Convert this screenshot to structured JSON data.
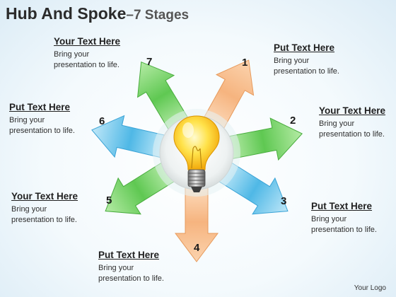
{
  "title": {
    "main": "Hub And Spoke",
    "sub": "–7 Stages"
  },
  "stages": [
    {
      "number": "1",
      "heading": "Put Text Here",
      "body": "Bring your presentation to life."
    },
    {
      "number": "2",
      "heading": "Your Text Here",
      "body": "Bring your presentation to life."
    },
    {
      "number": "3",
      "heading": "Put Text Here",
      "body": "Bring your presentation to life."
    },
    {
      "number": "4",
      "heading": "Put Text Here",
      "body": "Bring your presentation to life."
    },
    {
      "number": "5",
      "heading": "Your Text Here",
      "body": "Bring your presentation to life."
    },
    {
      "number": "6",
      "heading": "Put Text Here",
      "body": "Bring your presentation to life."
    },
    {
      "number": "7",
      "heading": "Your Text Here",
      "body": "Bring your presentation to life."
    }
  ],
  "hub": {
    "icon": "light-bulb-icon"
  },
  "footer": {
    "logo": "Your Logo"
  },
  "colors": {
    "orange": "#f4b07a",
    "green": "#6fcf65",
    "blue": "#6cc4ec"
  }
}
